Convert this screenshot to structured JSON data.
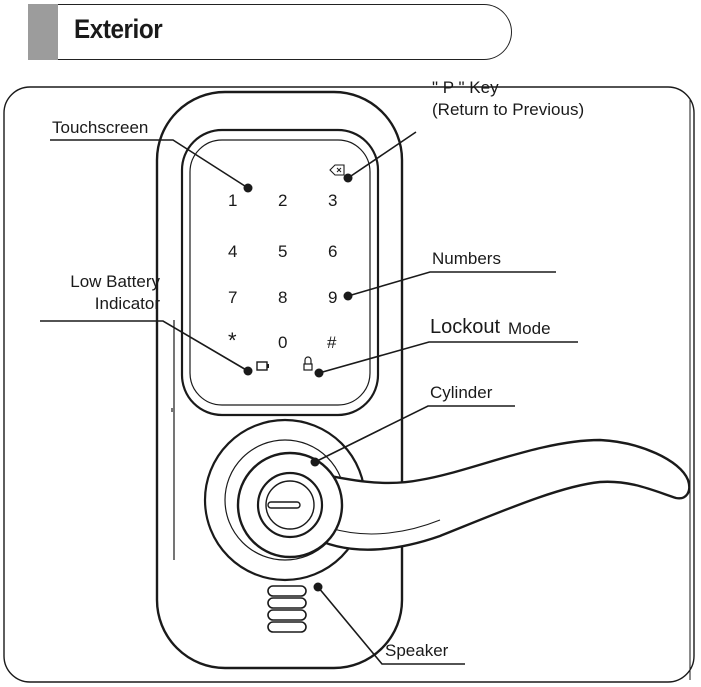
{
  "header": {
    "title": "Exterior"
  },
  "labels": {
    "touchscreen": "Touchscreen",
    "p_key_line1": "\" P \" Key",
    "p_key_line2": "(Return to Previous)",
    "low_battery_line1": "Low Battery",
    "low_battery_line2": "Indicator",
    "numbers": "Numbers",
    "lockout_word": "Lockout",
    "lockout_mode": "Mode",
    "cylinder": "Cylinder",
    "speaker": "Speaker"
  },
  "keypad": {
    "keys": [
      "1",
      "2",
      "3",
      "4",
      "5",
      "6",
      "7",
      "8",
      "9",
      "*",
      "0",
      "#"
    ],
    "back_key_icon": "backspace-arrow-icon",
    "battery_icon": "battery-icon",
    "lock_icon": "padlock-icon"
  },
  "colors": {
    "line": "#1a1a1a",
    "header_accent": "#9c9c9c"
  }
}
